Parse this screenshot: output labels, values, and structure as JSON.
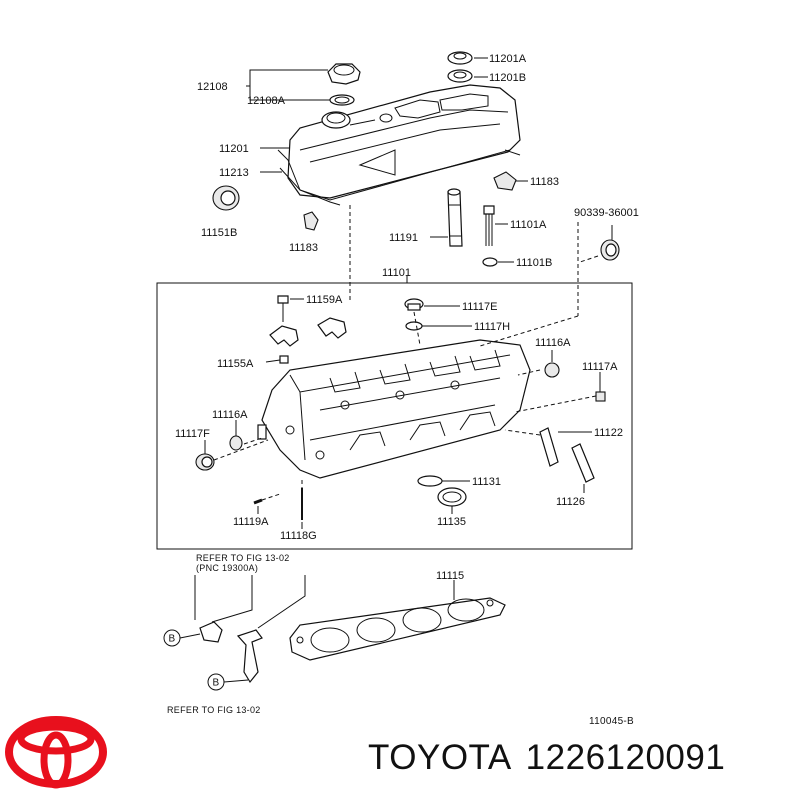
{
  "labels": [
    "12108",
    "12108A",
    "11201A",
    "11201B",
    "11201",
    "11213",
    "11183",
    "11151B",
    "11183",
    "11191",
    "11101A",
    "90339-36001",
    "11101B",
    "11101",
    "11159A",
    "11117E",
    "11117H",
    "11116A",
    "11155A",
    "11117A",
    "11116A",
    "11117F",
    "11122",
    "11131",
    "11126",
    "11119A",
    "11118G",
    "11135",
    "11115"
  ],
  "notes": {
    "refer_top_line1": "REFER TO FIG 13-02",
    "refer_top_line2": "(PNC 19300A)",
    "refer_bottom": "REFER TO FIG 13-02",
    "circle_b_top": "B",
    "circle_b_bottom": "B",
    "figure_code": "110045-B"
  },
  "footer": {
    "brand": "TOYOTA",
    "part_number": "1226120091"
  },
  "colors": {
    "logo_red": "#e8101d",
    "ink": "#111111"
  },
  "icons": {
    "logo": "toyota-logo-icon"
  }
}
